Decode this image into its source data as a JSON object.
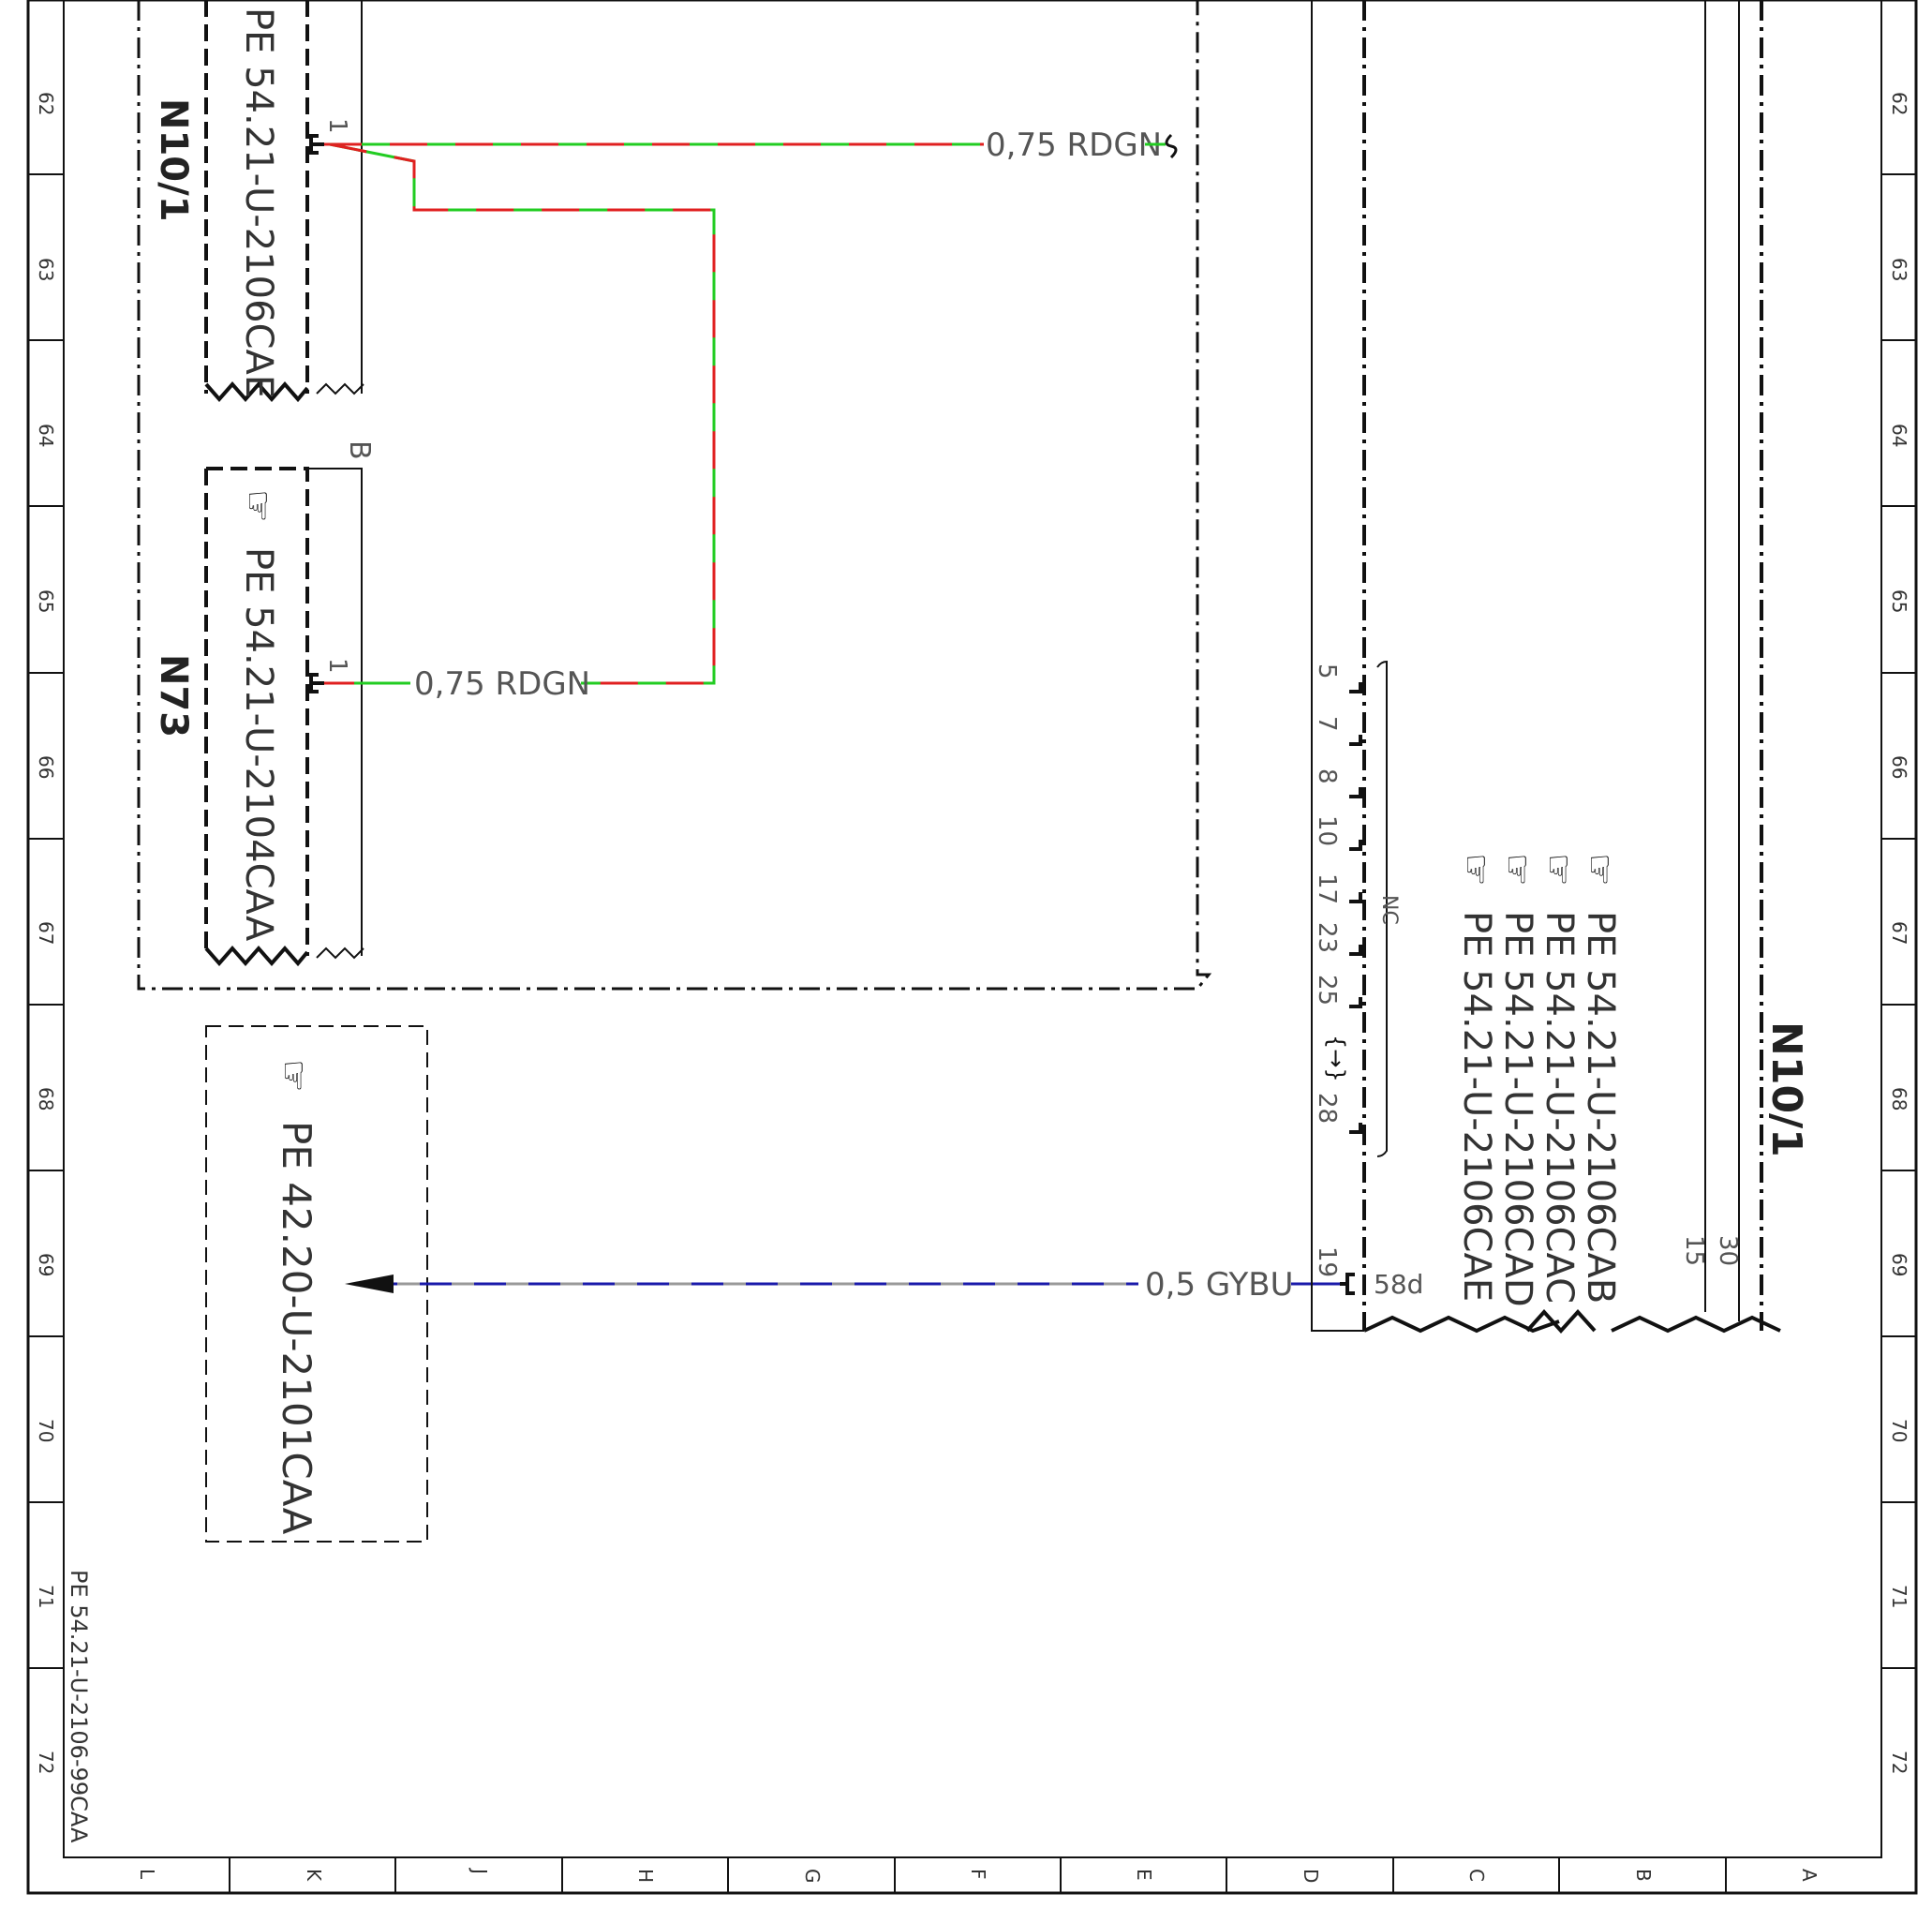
{
  "rows": [
    "62",
    "63",
    "64",
    "65",
    "66",
    "67",
    "68",
    "69",
    "70",
    "71",
    "72"
  ],
  "columns": [
    "L",
    "K",
    "J",
    "H",
    "G",
    "F",
    "E",
    "D",
    "C",
    "B",
    "A"
  ],
  "drawing_id": "PE 54.21-U-2106-99CAA",
  "components": {
    "n10_1_left": {
      "name": "N10/1",
      "ref": "PE 54.21-U-2106CAE",
      "pin": "1"
    },
    "n73": {
      "name": "N73",
      "ref": "PE 54.21-U-2104CAA",
      "pin": "1",
      "connector": "B"
    },
    "target_box": {
      "ref": "PE 42.20-U-2101CAA"
    },
    "n10_1_right": {
      "name": "N10/1",
      "refs": [
        "PE 54.21-U-2106CAB",
        "PE 54.21-U-2106CAC",
        "PE 54.21-U-2106CAD",
        "PE 54.21-U-2106CAE"
      ],
      "pins": [
        "5",
        "7",
        "8",
        "10",
        "17",
        "23",
        "25",
        "28"
      ],
      "nc_label": "NC",
      "pin_19": "19",
      "pin_19_signal": "58d",
      "side_pins": [
        "15",
        "30"
      ]
    }
  },
  "wires": {
    "w1": "0,75 RDGN",
    "w2": "0,75 RDGN",
    "w3": "0,5 GYBU"
  },
  "colors": {
    "red": "#e02020",
    "green": "#22cc22",
    "blue": "#1a1aaa",
    "gray": "#999999",
    "frame": "#111111"
  }
}
